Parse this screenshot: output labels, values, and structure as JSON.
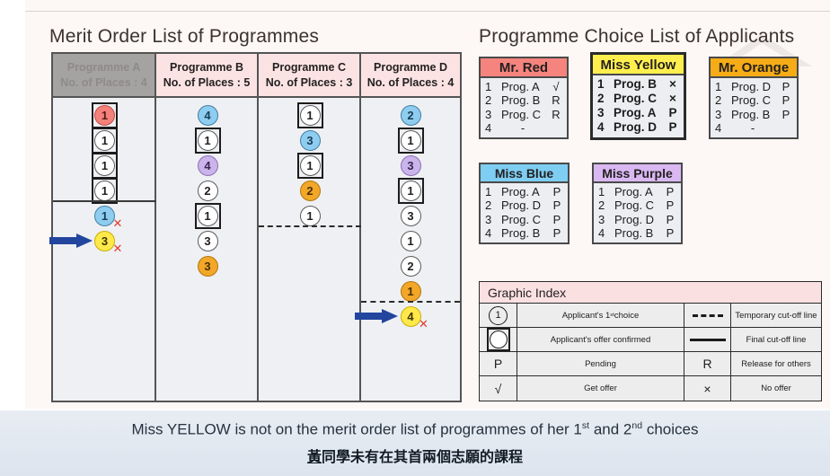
{
  "slide": {
    "left_title": "Merit Order List of Programmes",
    "right_title": "Programme Choice List of Applicants"
  },
  "merit_order": {
    "columns": [
      {
        "name": "Programme A",
        "places_label": "No. of Places : 4",
        "disabled": true,
        "tokens": [
          {
            "num": "1",
            "color": "red",
            "boxed": true,
            "x": false
          },
          {
            "num": "1",
            "color": "white",
            "boxed": true,
            "x": false
          },
          {
            "num": "1",
            "color": "white",
            "boxed": true,
            "x": false
          },
          {
            "num": "1",
            "color": "white",
            "boxed": true,
            "x": false
          },
          {
            "num": "1",
            "color": "blue",
            "boxed": false,
            "x": true
          },
          {
            "num": "3",
            "color": "yellow",
            "boxed": false,
            "x": true,
            "arrow": true
          }
        ],
        "cutoff": {
          "type": "final",
          "after_index": 4
        }
      },
      {
        "name": "Programme B",
        "places_label": "No. of Places : 5",
        "disabled": false,
        "tokens": [
          {
            "num": "4",
            "color": "blue",
            "boxed": false,
            "x": false
          },
          {
            "num": "1",
            "color": "white",
            "boxed": true,
            "x": false
          },
          {
            "num": "4",
            "color": "purple",
            "boxed": false,
            "x": false
          },
          {
            "num": "2",
            "color": "white",
            "boxed": false,
            "x": false
          },
          {
            "num": "1",
            "color": "white",
            "boxed": true,
            "x": false
          },
          {
            "num": "3",
            "color": "white",
            "boxed": false,
            "x": false
          },
          {
            "num": "3",
            "color": "orange",
            "boxed": false,
            "x": false
          }
        ],
        "cutoff": null
      },
      {
        "name": "Programme C",
        "places_label": "No. of Places : 3",
        "disabled": false,
        "tokens": [
          {
            "num": "1",
            "color": "white",
            "boxed": true,
            "x": false
          },
          {
            "num": "3",
            "color": "blue",
            "boxed": false,
            "x": false
          },
          {
            "num": "1",
            "color": "white",
            "boxed": true,
            "x": false
          },
          {
            "num": "2",
            "color": "orange",
            "boxed": false,
            "x": false
          },
          {
            "num": "1",
            "color": "white",
            "boxed": false,
            "x": false
          }
        ],
        "cutoff": {
          "type": "temporary",
          "after_index": 5
        }
      },
      {
        "name": "Programme D",
        "places_label": "No. of Places : 4",
        "disabled": false,
        "tokens": [
          {
            "num": "2",
            "color": "blue",
            "boxed": false,
            "x": false
          },
          {
            "num": "1",
            "color": "white",
            "boxed": true,
            "x": false
          },
          {
            "num": "3",
            "color": "purple",
            "boxed": false,
            "x": false
          },
          {
            "num": "1",
            "color": "white",
            "boxed": true,
            "x": false
          },
          {
            "num": "3",
            "color": "white",
            "boxed": false,
            "x": false
          },
          {
            "num": "1",
            "color": "white",
            "boxed": false,
            "x": false
          },
          {
            "num": "2",
            "color": "white",
            "boxed": false,
            "x": false
          },
          {
            "num": "1",
            "color": "orange",
            "boxed": false,
            "x": false
          },
          {
            "num": "4",
            "color": "yellow",
            "boxed": false,
            "x": true,
            "arrow": true
          }
        ],
        "cutoff": {
          "type": "temporary",
          "after_index": 8
        }
      }
    ]
  },
  "applicants": [
    {
      "name": "Mr. Red",
      "header_color": "#f4847d",
      "emphasis": false,
      "rows": [
        {
          "rank": "1",
          "prog": "Prog. A",
          "status": "√"
        },
        {
          "rank": "2",
          "prog": "Prog. B",
          "status": "R"
        },
        {
          "rank": "3",
          "prog": "Prog. C",
          "status": "R"
        },
        {
          "rank": "4",
          "prog": "-",
          "status": ""
        }
      ]
    },
    {
      "name": "Miss Yellow",
      "header_color": "#ffef4e",
      "emphasis": true,
      "rows": [
        {
          "rank": "1",
          "prog": "Prog. B",
          "status": "×"
        },
        {
          "rank": "2",
          "prog": "Prog. C",
          "status": "×"
        },
        {
          "rank": "3",
          "prog": "Prog. A",
          "status": "P"
        },
        {
          "rank": "4",
          "prog": "Prog. D",
          "status": "P"
        }
      ]
    },
    {
      "name": "Mr. Orange",
      "header_color": "#f5ac16",
      "emphasis": false,
      "rows": [
        {
          "rank": "1",
          "prog": "Prog. D",
          "status": "P"
        },
        {
          "rank": "2",
          "prog": "Prog. C",
          "status": "P"
        },
        {
          "rank": "3",
          "prog": "Prog. B",
          "status": "P"
        },
        {
          "rank": "4",
          "prog": "-",
          "status": ""
        }
      ]
    },
    {
      "name": "Miss Blue",
      "header_color": "#7ecdf2",
      "emphasis": false,
      "rows": [
        {
          "rank": "1",
          "prog": "Prog. A",
          "status": "P"
        },
        {
          "rank": "2",
          "prog": "Prog. D",
          "status": "P"
        },
        {
          "rank": "3",
          "prog": "Prog. C",
          "status": "P"
        },
        {
          "rank": "4",
          "prog": "Prog. B",
          "status": "P"
        }
      ]
    },
    {
      "name": "Miss Purple",
      "header_color": "#d9b8f2",
      "emphasis": false,
      "rows": [
        {
          "rank": "1",
          "prog": "Prog. A",
          "status": "P"
        },
        {
          "rank": "2",
          "prog": "Prog. C",
          "status": "P"
        },
        {
          "rank": "3",
          "prog": "Prog. D",
          "status": "P"
        },
        {
          "rank": "4",
          "prog": "Prog. B",
          "status": "P"
        }
      ]
    }
  ],
  "graphic_index": {
    "title": "Graphic Index",
    "rows": [
      {
        "sym_left": "1",
        "sym_left_kind": "circle",
        "desc_left": "Applicant's 1st choice",
        "sym_right": "",
        "sym_right_kind": "dashed",
        "desc_right": "Temporary cut-off line"
      },
      {
        "sym_left": "",
        "sym_left_kind": "boxed-circle",
        "desc_left": "Applicant's offer confirmed",
        "sym_right": "",
        "sym_right_kind": "solid",
        "desc_right": "Final cut-off line"
      },
      {
        "sym_left": "P",
        "sym_left_kind": "text",
        "desc_left": "Pending",
        "sym_right": "R",
        "sym_right_kind": "text",
        "desc_right": "Release for others"
      },
      {
        "sym_left": "√",
        "sym_left_kind": "text",
        "desc_left": "Get offer",
        "sym_right": "×",
        "sym_right_kind": "text",
        "desc_right": "No offer"
      }
    ]
  },
  "banner": {
    "line1_pre": "Miss YELLOW is not on the merit order list of programmes of her 1",
    "line1_sup1": "st",
    "line1_mid": " and 2",
    "line1_sup2": "nd",
    "line1_post": " choices",
    "line2_underlined": "黃",
    "line2_rest": "同學未有在其首兩個志願的課程"
  },
  "colors": {
    "slide_bg": "#fdf7f5",
    "header_pink": "#fbe3e3",
    "header_grey": "#a5a2a2",
    "grid_line": "#545454",
    "arrow_blue": "#22459e",
    "x_red": "#e03a2f",
    "banner_bg": "#e4eaf2"
  }
}
